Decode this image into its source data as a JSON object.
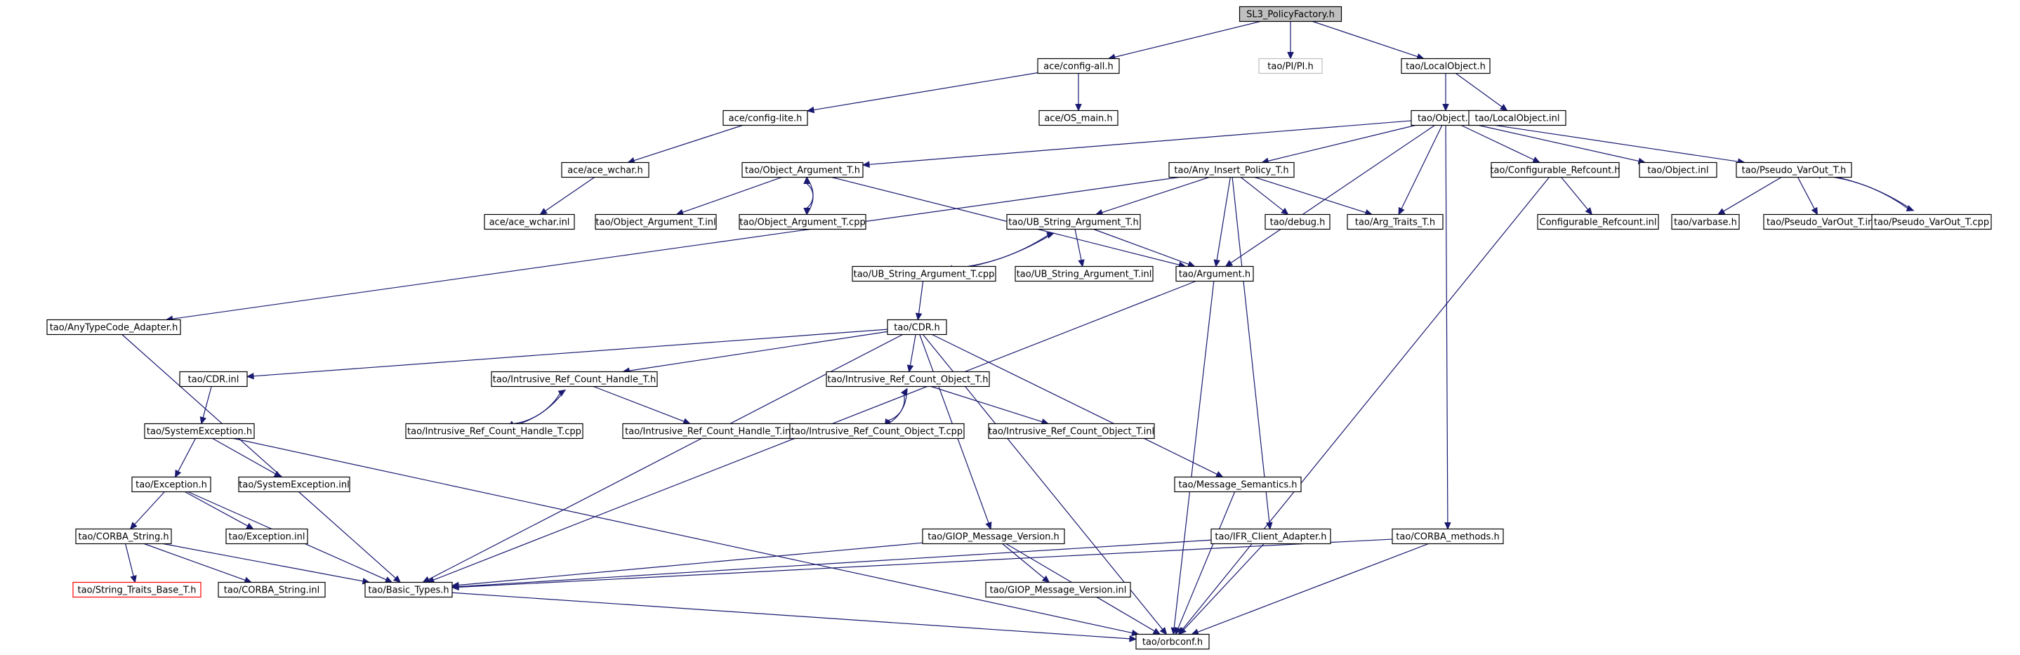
{
  "diagram": {
    "title": "",
    "colors": {
      "edge": "#191970",
      "root_fill": "#bfbfbf",
      "normal_border": "#000000",
      "missing_border": "#bfbfbf",
      "truncated_border": "#ff0000"
    },
    "nodes": [
      {
        "id": "root",
        "label": "SL3_PolicyFactory.h",
        "kind": "root"
      },
      {
        "id": "config_all",
        "label": "ace/config-all.h"
      },
      {
        "id": "pi",
        "label": "tao/PI/PI.h",
        "kind": "gray"
      },
      {
        "id": "localobject_h",
        "label": "tao/LocalObject.h"
      },
      {
        "id": "config_lite",
        "label": "ace/config-lite.h"
      },
      {
        "id": "os_main",
        "label": "ace/OS_main.h"
      },
      {
        "id": "object_h",
        "label": "tao/Object.h"
      },
      {
        "id": "localobject_inl",
        "label": "tao/LocalObject.inl"
      },
      {
        "id": "ace_wchar_h",
        "label": "ace/ace_wchar.h"
      },
      {
        "id": "obj_arg_t_h",
        "label": "tao/Object_Argument_T.h"
      },
      {
        "id": "any_insert",
        "label": "tao/Any_Insert_Policy_T.h"
      },
      {
        "id": "conf_refcount_h",
        "label": "tao/Configurable_Refcount.h"
      },
      {
        "id": "object_inl",
        "label": "tao/Object.inl"
      },
      {
        "id": "pseudo_varout_h",
        "label": "tao/Pseudo_VarOut_T.h"
      },
      {
        "id": "ace_wchar_inl",
        "label": "ace/ace_wchar.inl"
      },
      {
        "id": "obj_arg_t_inl",
        "label": "tao/Object_Argument_T.inl"
      },
      {
        "id": "obj_arg_t_cpp",
        "label": "tao/Object_Argument_T.cpp"
      },
      {
        "id": "ub_string_h",
        "label": "tao/UB_String_Argument_T.h"
      },
      {
        "id": "debug_h",
        "label": "tao/debug.h"
      },
      {
        "id": "arg_traits",
        "label": "tao/Arg_Traits_T.h"
      },
      {
        "id": "conf_refcount_inl",
        "label": "Configurable_Refcount.inl"
      },
      {
        "id": "varbase",
        "label": "tao/varbase.h"
      },
      {
        "id": "pseudo_varout_inl",
        "label": "tao/Pseudo_VarOut_T.inl"
      },
      {
        "id": "pseudo_varout_cpp",
        "label": "tao/Pseudo_VarOut_T.cpp"
      },
      {
        "id": "ub_string_cpp",
        "label": "tao/UB_String_Argument_T.cpp"
      },
      {
        "id": "ub_string_inl",
        "label": "tao/UB_String_Argument_T.inl"
      },
      {
        "id": "argument_h",
        "label": "tao/Argument.h"
      },
      {
        "id": "anytypecode",
        "label": "tao/AnyTypeCode_Adapter.h"
      },
      {
        "id": "cdr_h",
        "label": "tao/CDR.h"
      },
      {
        "id": "cdr_inl",
        "label": "tao/CDR.inl"
      },
      {
        "id": "irh_h",
        "label": "tao/Intrusive_Ref_Count_Handle_T.h"
      },
      {
        "id": "irco_h",
        "label": "tao/Intrusive_Ref_Count_Object_T.h"
      },
      {
        "id": "sysexc_h",
        "label": "tao/SystemException.h"
      },
      {
        "id": "irh_cpp",
        "label": "tao/Intrusive_Ref_Count_Handle_T.cpp"
      },
      {
        "id": "irh_inl",
        "label": "tao/Intrusive_Ref_Count_Handle_T.inl"
      },
      {
        "id": "irco_cpp",
        "label": "tao/Intrusive_Ref_Count_Object_T.cpp"
      },
      {
        "id": "irco_inl",
        "label": "tao/Intrusive_Ref_Count_Object_T.inl"
      },
      {
        "id": "exception_h",
        "label": "tao/Exception.h"
      },
      {
        "id": "sysexc_inl",
        "label": "tao/SystemException.inl"
      },
      {
        "id": "msg_semantics",
        "label": "tao/Message_Semantics.h"
      },
      {
        "id": "corba_string_h",
        "label": "tao/CORBA_String.h"
      },
      {
        "id": "exception_inl",
        "label": "tao/Exception.inl"
      },
      {
        "id": "giop_version_h",
        "label": "tao/GIOP_Message_Version.h"
      },
      {
        "id": "ifr_client",
        "label": "tao/IFR_Client_Adapter.h"
      },
      {
        "id": "corba_methods",
        "label": "tao/CORBA_methods.h"
      },
      {
        "id": "string_traits",
        "label": "tao/String_Traits_Base_T.h",
        "kind": "red"
      },
      {
        "id": "corba_string_inl",
        "label": "tao/CORBA_String.inl"
      },
      {
        "id": "basic_types",
        "label": "tao/Basic_Types.h"
      },
      {
        "id": "giop_version_inl",
        "label": "tao/GIOP_Message_Version.inl"
      },
      {
        "id": "orbconf",
        "label": "tao/orbconf.h"
      }
    ],
    "edges": [
      [
        "root",
        "config_all"
      ],
      [
        "root",
        "pi"
      ],
      [
        "root",
        "localobject_h"
      ],
      [
        "config_all",
        "config_lite"
      ],
      [
        "config_all",
        "os_main"
      ],
      [
        "config_lite",
        "ace_wchar_h"
      ],
      [
        "ace_wchar_h",
        "ace_wchar_inl"
      ],
      [
        "localobject_h",
        "object_h"
      ],
      [
        "localobject_h",
        "localobject_inl"
      ],
      [
        "object_h",
        "obj_arg_t_h"
      ],
      [
        "object_h",
        "any_insert"
      ],
      [
        "object_h",
        "conf_refcount_h"
      ],
      [
        "object_h",
        "object_inl"
      ],
      [
        "object_h",
        "pseudo_varout_h"
      ],
      [
        "object_h",
        "arg_traits"
      ],
      [
        "object_h",
        "argument_h"
      ],
      [
        "object_h",
        "corba_methods"
      ],
      [
        "obj_arg_t_h",
        "obj_arg_t_inl"
      ],
      [
        "obj_arg_t_h",
        "obj_arg_t_cpp"
      ],
      [
        "obj_arg_t_h",
        "argument_h"
      ],
      [
        "obj_arg_t_cpp",
        "obj_arg_t_h"
      ],
      [
        "any_insert",
        "ub_string_h"
      ],
      [
        "any_insert",
        "debug_h"
      ],
      [
        "any_insert",
        "arg_traits"
      ],
      [
        "any_insert",
        "argument_h"
      ],
      [
        "any_insert",
        "anytypecode"
      ],
      [
        "any_insert",
        "ifr_client"
      ],
      [
        "conf_refcount_h",
        "conf_refcount_inl"
      ],
      [
        "conf_refcount_h",
        "orbconf"
      ],
      [
        "pseudo_varout_h",
        "varbase"
      ],
      [
        "pseudo_varout_h",
        "pseudo_varout_inl"
      ],
      [
        "pseudo_varout_h",
        "pseudo_varout_cpp"
      ],
      [
        "pseudo_varout_cpp",
        "pseudo_varout_h"
      ],
      [
        "ub_string_h",
        "ub_string_cpp"
      ],
      [
        "ub_string_h",
        "ub_string_inl"
      ],
      [
        "ub_string_h",
        "argument_h"
      ],
      [
        "ub_string_cpp",
        "ub_string_h"
      ],
      [
        "ub_string_cpp",
        "cdr_h"
      ],
      [
        "argument_h",
        "basic_types"
      ],
      [
        "argument_h",
        "orbconf"
      ],
      [
        "anytypecode",
        "basic_types"
      ],
      [
        "cdr_h",
        "cdr_inl"
      ],
      [
        "cdr_h",
        "irh_h"
      ],
      [
        "cdr_h",
        "irco_h"
      ],
      [
        "cdr_h",
        "basic_types"
      ],
      [
        "cdr_h",
        "msg_semantics"
      ],
      [
        "cdr_h",
        "giop_version_h"
      ],
      [
        "cdr_h",
        "orbconf"
      ],
      [
        "cdr_inl",
        "sysexc_h"
      ],
      [
        "irh_h",
        "irh_cpp"
      ],
      [
        "irh_h",
        "irh_inl"
      ],
      [
        "irh_cpp",
        "irh_h"
      ],
      [
        "irco_h",
        "irco_cpp"
      ],
      [
        "irco_h",
        "irco_inl"
      ],
      [
        "irco_cpp",
        "irco_h"
      ],
      [
        "sysexc_h",
        "exception_h"
      ],
      [
        "sysexc_h",
        "sysexc_inl"
      ],
      [
        "sysexc_h",
        "orbconf"
      ],
      [
        "exception_h",
        "corba_string_h"
      ],
      [
        "exception_h",
        "exception_inl"
      ],
      [
        "exception_h",
        "basic_types"
      ],
      [
        "corba_string_h",
        "string_traits"
      ],
      [
        "corba_string_h",
        "corba_string_inl"
      ],
      [
        "corba_string_h",
        "basic_types"
      ],
      [
        "msg_semantics",
        "orbconf"
      ],
      [
        "giop_version_h",
        "giop_version_inl"
      ],
      [
        "giop_version_h",
        "basic_types"
      ],
      [
        "giop_version_h",
        "orbconf"
      ],
      [
        "ifr_client",
        "basic_types"
      ],
      [
        "ifr_client",
        "orbconf"
      ],
      [
        "corba_methods",
        "basic_types"
      ],
      [
        "corba_methods",
        "orbconf"
      ],
      [
        "basic_types",
        "orbconf"
      ]
    ]
  }
}
